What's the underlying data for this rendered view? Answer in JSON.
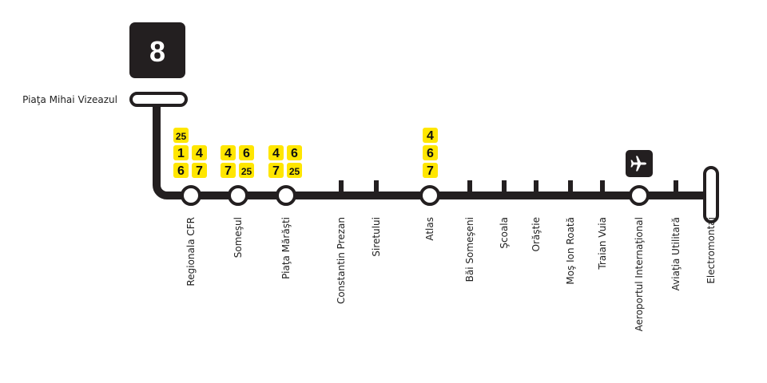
{
  "route": {
    "number": "8"
  },
  "origin": {
    "name": "Piaţa Mihai Vizeazul"
  },
  "colors": {
    "line": "#231f20",
    "badge": "#ffe600",
    "badge_text": "#111111"
  },
  "stations": [
    {
      "name": "Regionala CFR",
      "type": "interchange",
      "connections": [
        [
          "25",
          null
        ],
        [
          "1",
          "4"
        ],
        [
          "6",
          "7"
        ]
      ]
    },
    {
      "name": "Someşul",
      "type": "interchange",
      "connections": [
        [
          null,
          null
        ],
        [
          "4",
          "6"
        ],
        [
          "7",
          "25"
        ]
      ]
    },
    {
      "name": "Piaţa Mărăşti",
      "type": "interchange",
      "connections": [
        [
          null,
          null
        ],
        [
          "4",
          "6"
        ],
        [
          "7",
          "25"
        ]
      ]
    },
    {
      "name": "Constantin Prezan",
      "type": "stop"
    },
    {
      "name": "Siretului",
      "type": "stop"
    },
    {
      "name": "Atlas",
      "type": "interchange",
      "connections": [
        [
          "4"
        ],
        [
          "6"
        ],
        [
          "7"
        ]
      ]
    },
    {
      "name": "Băi Someşeni",
      "type": "stop"
    },
    {
      "name": "Şcoala",
      "type": "stop"
    },
    {
      "name": "Orăştie",
      "type": "stop"
    },
    {
      "name": "Moş Ion Roată",
      "type": "stop"
    },
    {
      "name": "Traian Vuia",
      "type": "stop"
    },
    {
      "name": "Aeroportul Internaţional",
      "type": "interchange",
      "icon": "airplane-icon"
    },
    {
      "name": "Aviaţia Utilitară",
      "type": "stop"
    },
    {
      "name": "Electromontaj",
      "type": "terminus"
    }
  ]
}
